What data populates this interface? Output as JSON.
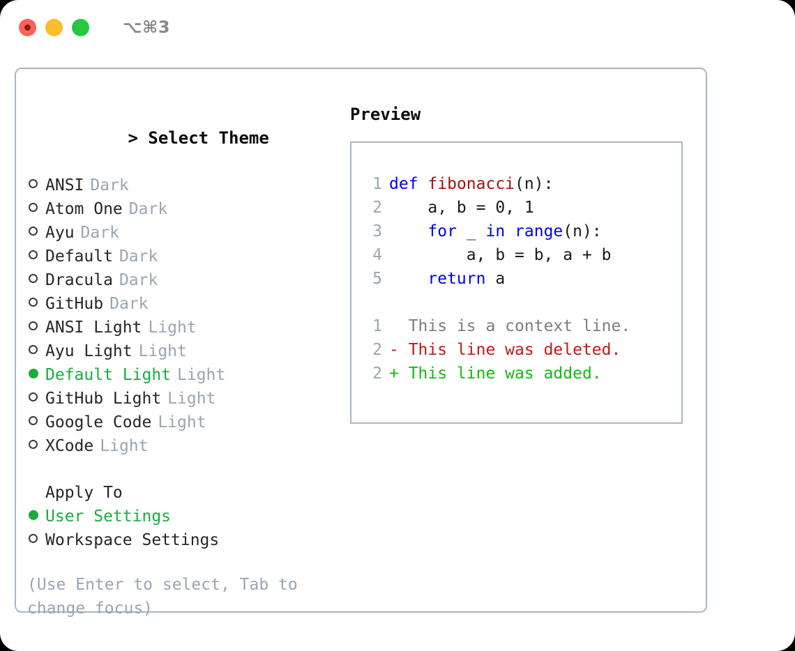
{
  "window": {
    "traffic_lights": [
      "close-button",
      "minimize-button",
      "maximize-button"
    ],
    "shortcut_label": "⌥⌘3"
  },
  "theme_picker": {
    "header_prefix": "> ",
    "header_label": "Select Theme",
    "selected_marker": "●",
    "unselected_marker": "○",
    "accent_color": "#19ac3e",
    "muted_color": "#9aa5b4",
    "items": [
      {
        "name": "ANSI",
        "kind": "Dark",
        "selected": false
      },
      {
        "name": "Atom One",
        "kind": "Dark",
        "selected": false
      },
      {
        "name": "Ayu",
        "kind": "Dark",
        "selected": false
      },
      {
        "name": "Default",
        "kind": "Dark",
        "selected": false
      },
      {
        "name": "Dracula",
        "kind": "Dark",
        "selected": false
      },
      {
        "name": "GitHub",
        "kind": "Dark",
        "selected": false
      },
      {
        "name": "ANSI Light",
        "kind": "Light",
        "selected": false
      },
      {
        "name": "Ayu Light",
        "kind": "Light",
        "selected": false
      },
      {
        "name": "Default Light",
        "kind": "Light",
        "selected": true
      },
      {
        "name": "GitHub Light",
        "kind": "Light",
        "selected": false
      },
      {
        "name": "Google Code",
        "kind": "Light",
        "selected": false
      },
      {
        "name": "XCode",
        "kind": "Light",
        "selected": false
      }
    ]
  },
  "apply_to": {
    "header_label": "Apply To",
    "options": [
      {
        "name": "User Settings",
        "selected": true
      },
      {
        "name": "Workspace Settings",
        "selected": false
      }
    ]
  },
  "hint": {
    "text": "(Use Enter to select, Tab to change focus)"
  },
  "preview": {
    "title": "Preview",
    "code_lines": [
      {
        "lineno": "1",
        "tokens": [
          {
            "t": "def",
            "c": "kw"
          },
          {
            "t": " ",
            "c": "plain"
          },
          {
            "t": "fibonacci",
            "c": "fn"
          },
          {
            "t": "(n):",
            "c": "plain"
          }
        ]
      },
      {
        "lineno": "2",
        "tokens": [
          {
            "t": "    a, b = 0, 1",
            "c": "plain"
          }
        ]
      },
      {
        "lineno": "3",
        "tokens": [
          {
            "t": "    ",
            "c": "plain"
          },
          {
            "t": "for",
            "c": "kw"
          },
          {
            "t": " _ ",
            "c": "plain"
          },
          {
            "t": "in",
            "c": "kw"
          },
          {
            "t": " ",
            "c": "plain"
          },
          {
            "t": "range",
            "c": "kw"
          },
          {
            "t": "(n):",
            "c": "plain"
          }
        ]
      },
      {
        "lineno": "4",
        "tokens": [
          {
            "t": "        a, b = b, a + b",
            "c": "plain"
          }
        ]
      },
      {
        "lineno": "5",
        "tokens": [
          {
            "t": "    ",
            "c": "plain"
          },
          {
            "t": "return",
            "c": "kw"
          },
          {
            "t": " a",
            "c": "plain"
          }
        ]
      }
    ],
    "diff_lines": [
      {
        "lineno": "1",
        "sign": "  ",
        "text": "This is a context line.",
        "kind": "diff-ctx"
      },
      {
        "lineno": "2",
        "sign": "- ",
        "text": "This line was deleted.",
        "kind": "diff-del"
      },
      {
        "lineno": "2",
        "sign": "+ ",
        "text": "This line was added.",
        "kind": "diff-add"
      }
    ]
  }
}
